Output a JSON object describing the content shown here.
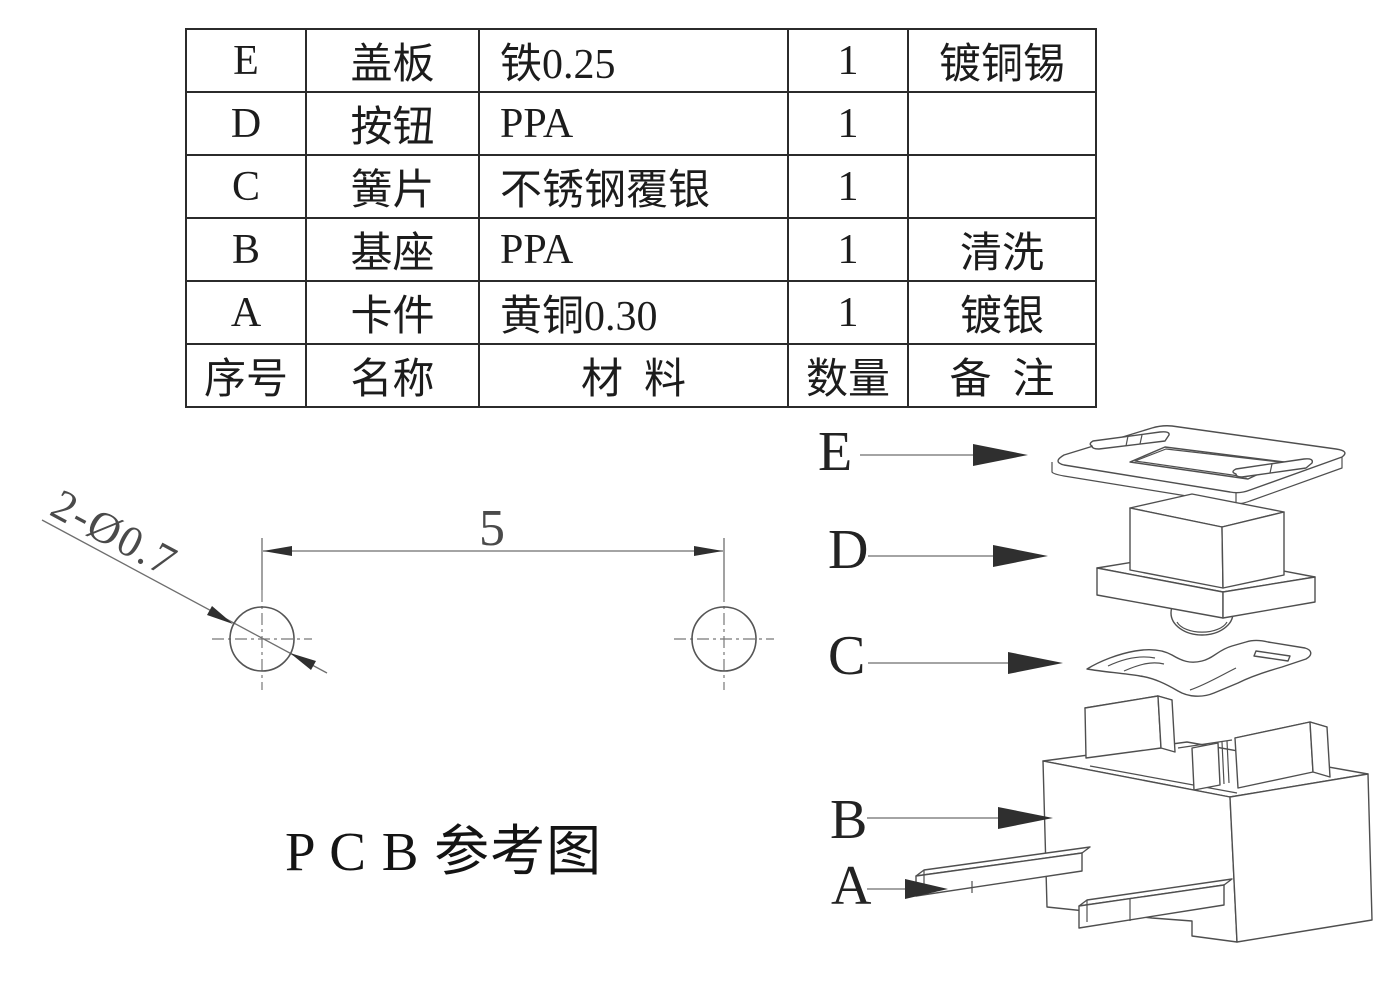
{
  "bom_table": {
    "rows": [
      {
        "no": "E",
        "name": "盖板",
        "material": "铁0.25",
        "qty": "1",
        "note": "镀铜锡"
      },
      {
        "no": "D",
        "name": "按钮",
        "material": "PPA",
        "qty": "1",
        "note": ""
      },
      {
        "no": "C",
        "name": "簧片",
        "material": "不锈钢覆银",
        "qty": "1",
        "note": ""
      },
      {
        "no": "B",
        "name": "基座",
        "material": "PPA",
        "qty": "1",
        "note": "清洗"
      },
      {
        "no": "A",
        "name": "卡件",
        "material": "黄铜0.30",
        "qty": "1",
        "note": "镀银"
      }
    ],
    "footer": {
      "no": "序号",
      "name": "名称",
      "material": "材  料",
      "qty": "数量",
      "note": "备  注"
    }
  },
  "pcb_drawing": {
    "caption": "P C B 参考图",
    "hole_label": "2-Ø0.7",
    "dimension": "5"
  },
  "exploded_view": {
    "labels": {
      "e": "E",
      "d": "D",
      "c": "C",
      "b": "B",
      "a": "A"
    }
  },
  "colors": {
    "line": "#4f4f4f",
    "dim_line": "#6e6e6e",
    "arrow": "#2f2f2f",
    "text": "#1c1c1c"
  }
}
